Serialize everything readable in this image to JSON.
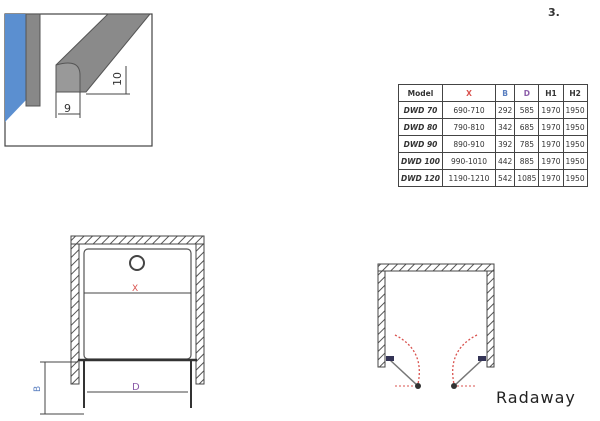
{
  "page": {
    "number": "3."
  },
  "seal_detail": {
    "width_label": "9",
    "height_label": "10"
  },
  "spec_table": {
    "headers": {
      "model": "Model",
      "x": "X",
      "b": "B",
      "d": "D",
      "h1": "H1",
      "h2": "H2"
    },
    "header_colors": {
      "x": "#d9534f",
      "b": "#5a7fc0",
      "d": "#8a5aa8"
    },
    "rows": [
      {
        "model": "DWD 70",
        "x": "690-710",
        "b": "292",
        "d": "585",
        "h1": "1970",
        "h2": "1950"
      },
      {
        "model": "DWD 80",
        "x": "790-810",
        "b": "342",
        "d": "685",
        "h1": "1970",
        "h2": "1950"
      },
      {
        "model": "DWD 90",
        "x": "890-910",
        "b": "392",
        "d": "785",
        "h1": "1970",
        "h2": "1950"
      },
      {
        "model": "DWD 100",
        "x": "990-1010",
        "b": "442",
        "d": "885",
        "h1": "1970",
        "h2": "1950"
      },
      {
        "model": "DWD 120",
        "x": "1190-1210",
        "b": "542",
        "d": "1085",
        "h1": "1970",
        "h2": "1950"
      }
    ]
  },
  "plan_diagram": {
    "x_label": "X",
    "d_label": "D",
    "b_label": "B"
  },
  "logo": {
    "text": "Radaway"
  }
}
